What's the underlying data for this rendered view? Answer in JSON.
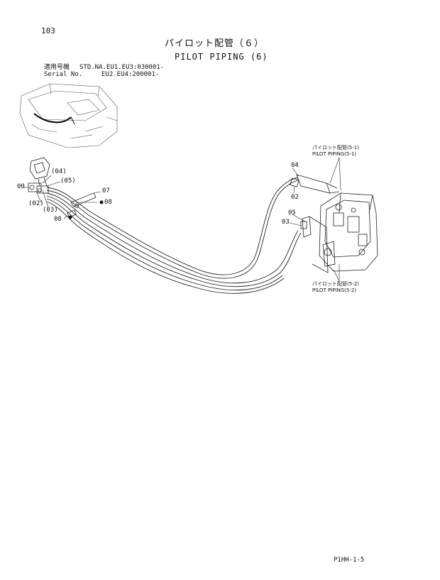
{
  "page": {
    "number": "103",
    "title_jp": "パイロット配管（６）",
    "title_en": "PILOT PIPING (6)",
    "code": "P1HH-1-5"
  },
  "applicability": {
    "label_jp": "適用号機",
    "label_en": "Serial No.",
    "line1": "STD.NA.EU1.EU3:030001-",
    "line2": "EU2.EU4:200001-"
  },
  "part_labels": {
    "p00": "00",
    "p02a": "(02)",
    "p03a": "(03)",
    "p04a": "(04)",
    "p05a": "(05)",
    "p07": "07",
    "p08a": "08",
    "p08b": "08",
    "p04": "04",
    "p02": "02",
    "p05": "05",
    "p03": "03"
  },
  "references": [
    {
      "jp": "パイロット配管(5-1)",
      "en": "PILOT PIPING(5-1)"
    },
    {
      "jp": "パイロット配管(5-2)",
      "en": "PILOT PIPING(5-2)"
    }
  ]
}
